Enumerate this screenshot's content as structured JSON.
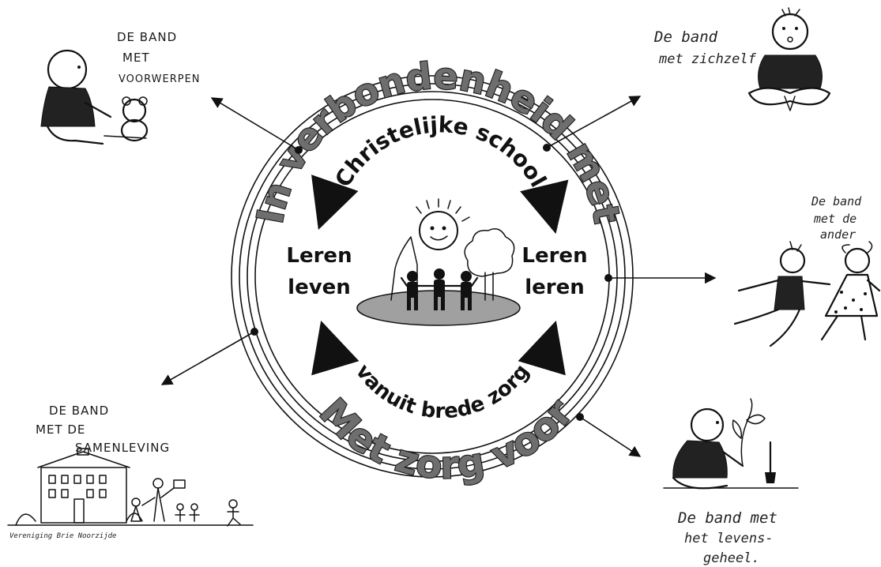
{
  "outer_top_text": "In verbondenheid met",
  "outer_bottom_text": "Met zorg voor",
  "inner_top_text": "Christelijke school",
  "inner_bottom_text": "vanuit brede zorg",
  "left_label": {
    "line1": "Leren",
    "line2": "leven"
  },
  "right_label": {
    "line1": "Leren",
    "line2": "leren"
  },
  "corners": {
    "top_left": {
      "line1": "DE BAND",
      "line2": "MET",
      "line3": "VOORWERPEN"
    },
    "top_right": {
      "line1": "De band",
      "line2": "met zichzelf"
    },
    "mid_right": {
      "line1": "De band",
      "line2": "met de",
      "line3": "ander"
    },
    "bottom_left": {
      "line1": "DE BAND",
      "line2": "MET DE",
      "line3": "SAMENLEVING",
      "signature": "Vereniging Brie Noorzijde"
    },
    "bottom_right": {
      "line1": "De band met",
      "line2": "het levens-",
      "line3": "geheel."
    }
  },
  "colors": {
    "ink": "#111111",
    "title_fill": "#6e6e6e",
    "ground": "#a0a0a0"
  }
}
